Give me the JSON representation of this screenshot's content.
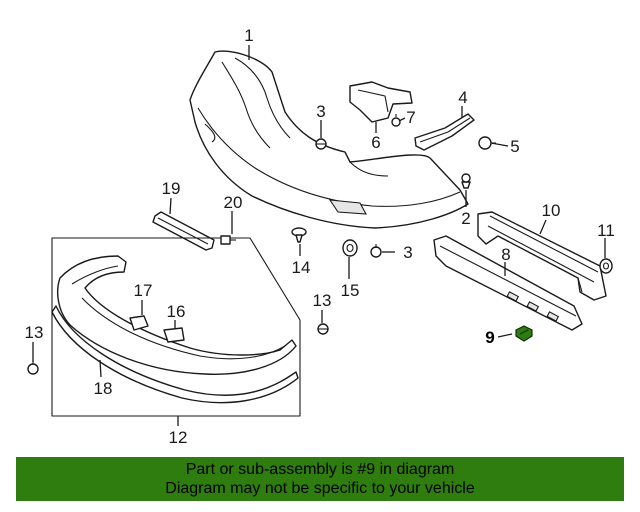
{
  "callouts": {
    "c1": "1",
    "c2": "2",
    "c3a": "3",
    "c3b": "3",
    "c4": "4",
    "c5": "5",
    "c6": "6",
    "c7": "7",
    "c8": "8",
    "c9": "9",
    "c10": "10",
    "c11": "11",
    "c12": "12",
    "c13a": "13",
    "c13b": "13",
    "c14": "14",
    "c15": "15",
    "c16": "16",
    "c17": "17",
    "c18": "18",
    "c19": "19",
    "c20": "20"
  },
  "highlight": {
    "part_number": "9",
    "color": "#2e7d0e"
  },
  "footer": {
    "line1": "Part or sub-assembly is #9 in diagram",
    "line2": "Diagram may not be specific to your vehicle",
    "background": "#2e7d0e"
  }
}
